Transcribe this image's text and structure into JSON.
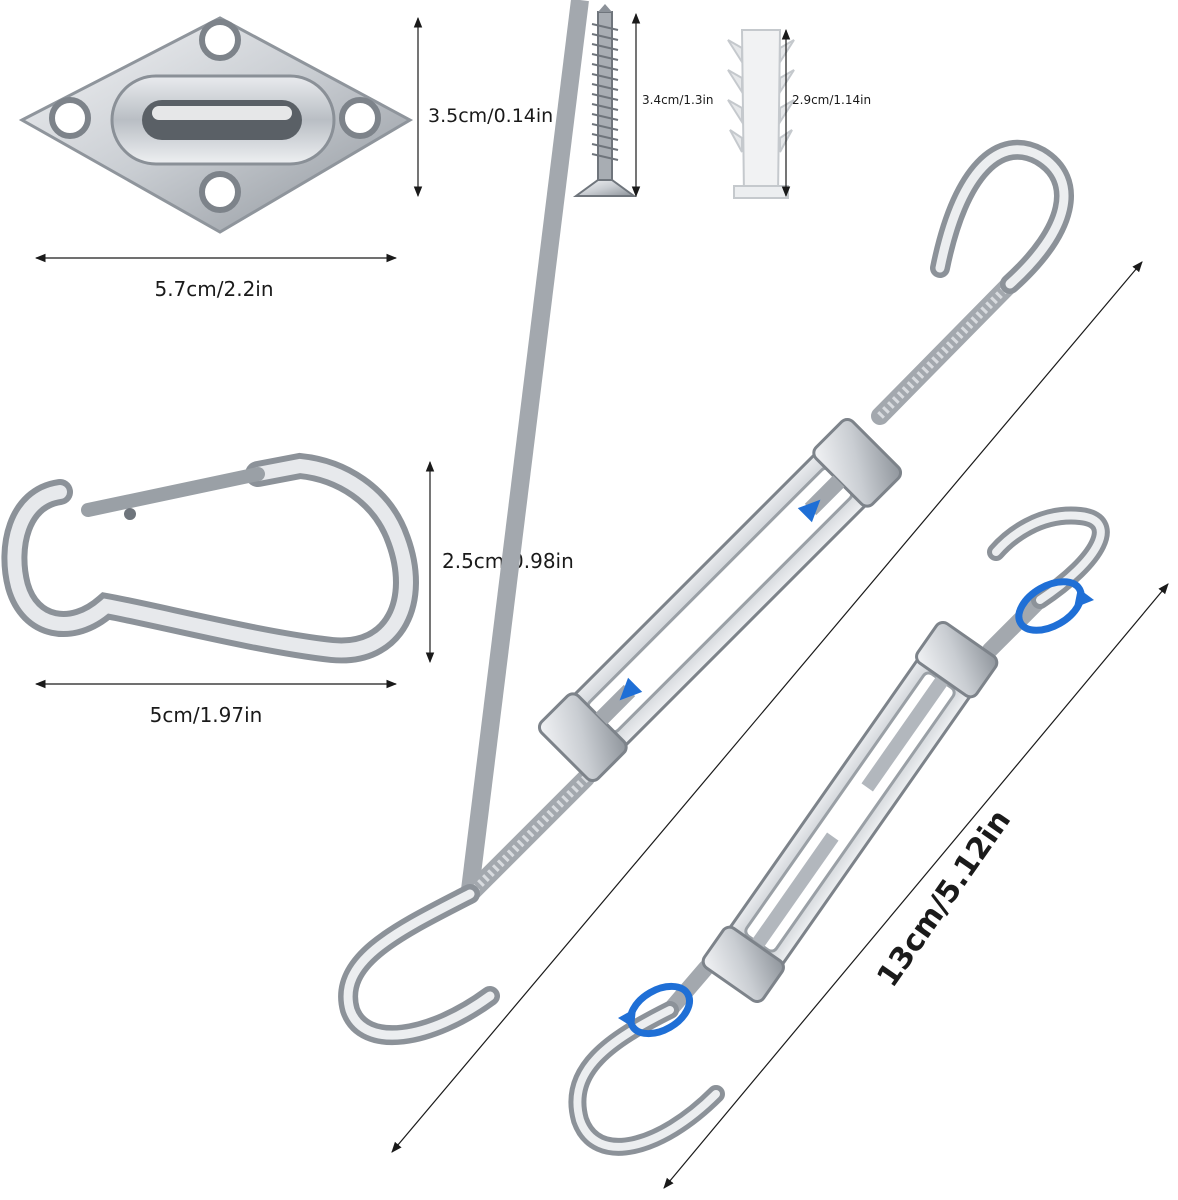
{
  "dimensions": {
    "pad_eye_height": "3.5cm/0.14in",
    "pad_eye_width": "5.7cm/2.2in",
    "screw_length": "3.4cm/1.3in",
    "anchor_length": "2.9cm/1.14in",
    "carabiner_height": "2.5cm/0.98in",
    "carabiner_width": "5cm/1.97in",
    "turnbuckle_length": "13cm/5.12in"
  },
  "colors": {
    "steel_light": "#f2f3f5",
    "steel_mid": "#c4c8cd",
    "steel_dark": "#7d838a",
    "arrow_blue": "#1f6fd6",
    "ink": "#1a1a1a"
  },
  "icons": {
    "stretch_arrows": "double-arrow-icon",
    "rotate_arrows": "rotate-arrow-icon"
  }
}
